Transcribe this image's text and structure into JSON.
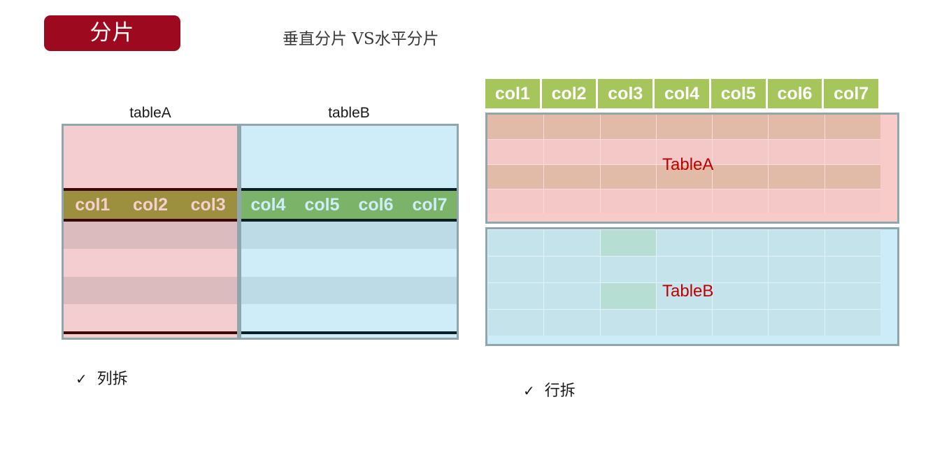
{
  "header": {
    "badge_label": "分片",
    "subtitle": "垂直分片 VS水平分片",
    "badge_color": "#9d0a1f"
  },
  "vertical_section": {
    "caption_left": "tableA",
    "caption_right": "tableB",
    "left_columns": [
      "col1",
      "col2",
      "col3"
    ],
    "right_columns": [
      "col4",
      "col5",
      "col6",
      "col7"
    ],
    "left_band_color": "#9c8f3d",
    "right_band_color": "#7bb369",
    "left_fill_color": "#f3cdd0",
    "right_fill_color": "#cfecf9",
    "bullet_check": "✓",
    "bullet_label": "列拆"
  },
  "horizontal_section": {
    "columns": [
      "col1",
      "col2",
      "col3",
      "col4",
      "col5",
      "col6",
      "col7"
    ],
    "column_header_color": "#a6c55a",
    "tableA_label": "TableA",
    "tableB_label": "TableB",
    "label_color": "#c00000",
    "tableA_fill_color": "#f8cbc9",
    "tableB_fill_color": "#cbecf8",
    "highlight_color": "#b6ded3",
    "bullet_check": "✓",
    "bullet_label": "行拆"
  }
}
